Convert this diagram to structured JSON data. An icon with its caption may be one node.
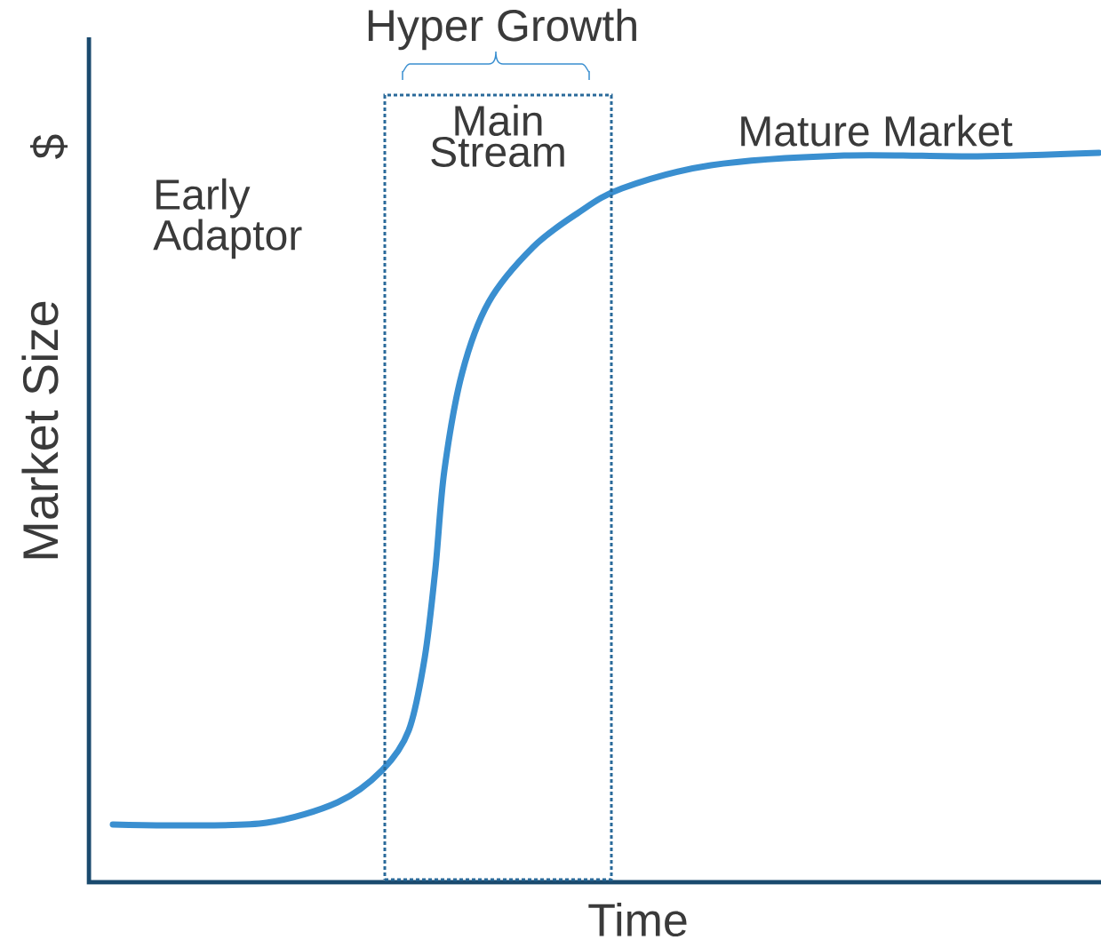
{
  "diagram": {
    "nodes": [
      {
        "text": [
          "Main Stream"
        ]
      }
    ],
    "labels": [
      "Hyper Growth",
      "$",
      "Early Adaptor",
      "Mature Market",
      "Market Size",
      "Time"
    ]
  }
}
